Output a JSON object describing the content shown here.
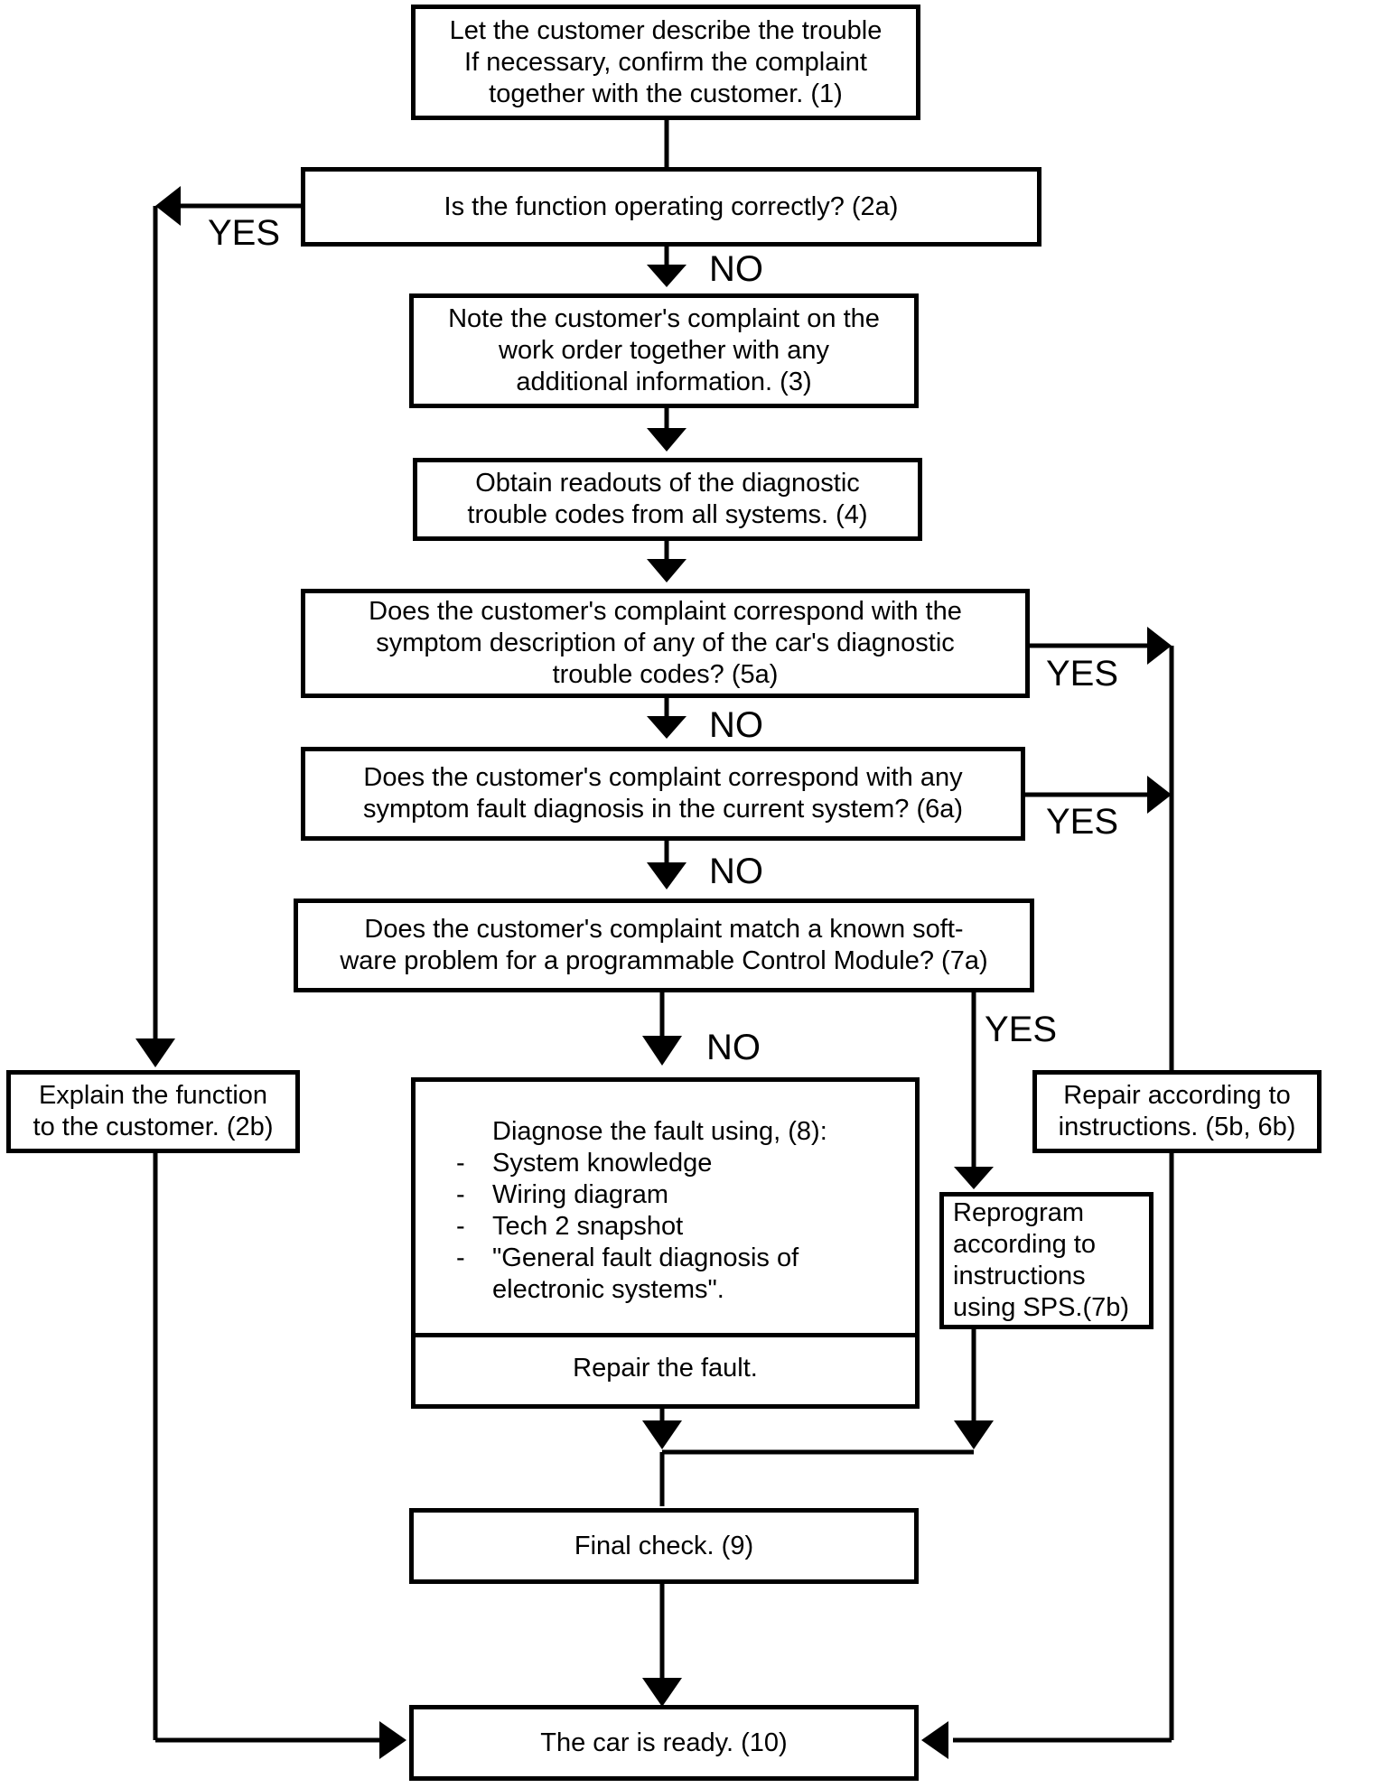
{
  "boxes": {
    "b1": [
      "Let the customer describe the trouble",
      "If necessary, confirm the complaint",
      "together with the customer. (1)"
    ],
    "b2a": [
      "Is the function operating correctly?   (2a)"
    ],
    "b2b": [
      "Explain the function",
      "to the customer. (2b)"
    ],
    "b3": [
      "Note the customer's complaint on the",
      "work order together with any",
      "additional information.  (3)"
    ],
    "b4": [
      "Obtain readouts of the diagnostic",
      "trouble codes from all systems. (4)"
    ],
    "b5a": [
      "Does the customer's complaint correspond with the",
      "symptom description of any of the car's diagnostic",
      "trouble codes? (5a)"
    ],
    "b6a": [
      "Does the customer's complaint correspond with any",
      "symptom fault diagnosis in the current system? (6a)"
    ],
    "b7a": [
      "Does the customer's complaint match a known soft-",
      "ware problem for a programmable Control Module? (7a)"
    ],
    "b5b6b": [
      "Repair according to",
      "instructions. (5b, 6b)"
    ],
    "b7b": [
      "Reprogram",
      "according to",
      "instructions",
      "using SPS.(7b)"
    ],
    "b8": {
      "title": "Diagnose the fault using, (8):",
      "items": [
        {
          "dash": "-",
          "text": "System knowledge"
        },
        {
          "dash": "-",
          "text": "Wiring diagram"
        },
        {
          "dash": "-",
          "text": "Tech 2 snapshot"
        },
        {
          "dash": "-",
          "text": "\"General fault diagnosis of",
          "cont": "electronic systems\"."
        }
      ],
      "repair": "Repair the fault."
    },
    "b9": [
      "Final check. (9)"
    ],
    "b10": [
      "The car is ready. (10)"
    ]
  },
  "labels": {
    "yes_2a": "YES",
    "no_2a": "NO",
    "yes_5a": "YES",
    "no_5a": "NO",
    "yes_6a": "YES",
    "no_6a": "NO",
    "yes_7a": "YES",
    "no_7a": "NO"
  }
}
